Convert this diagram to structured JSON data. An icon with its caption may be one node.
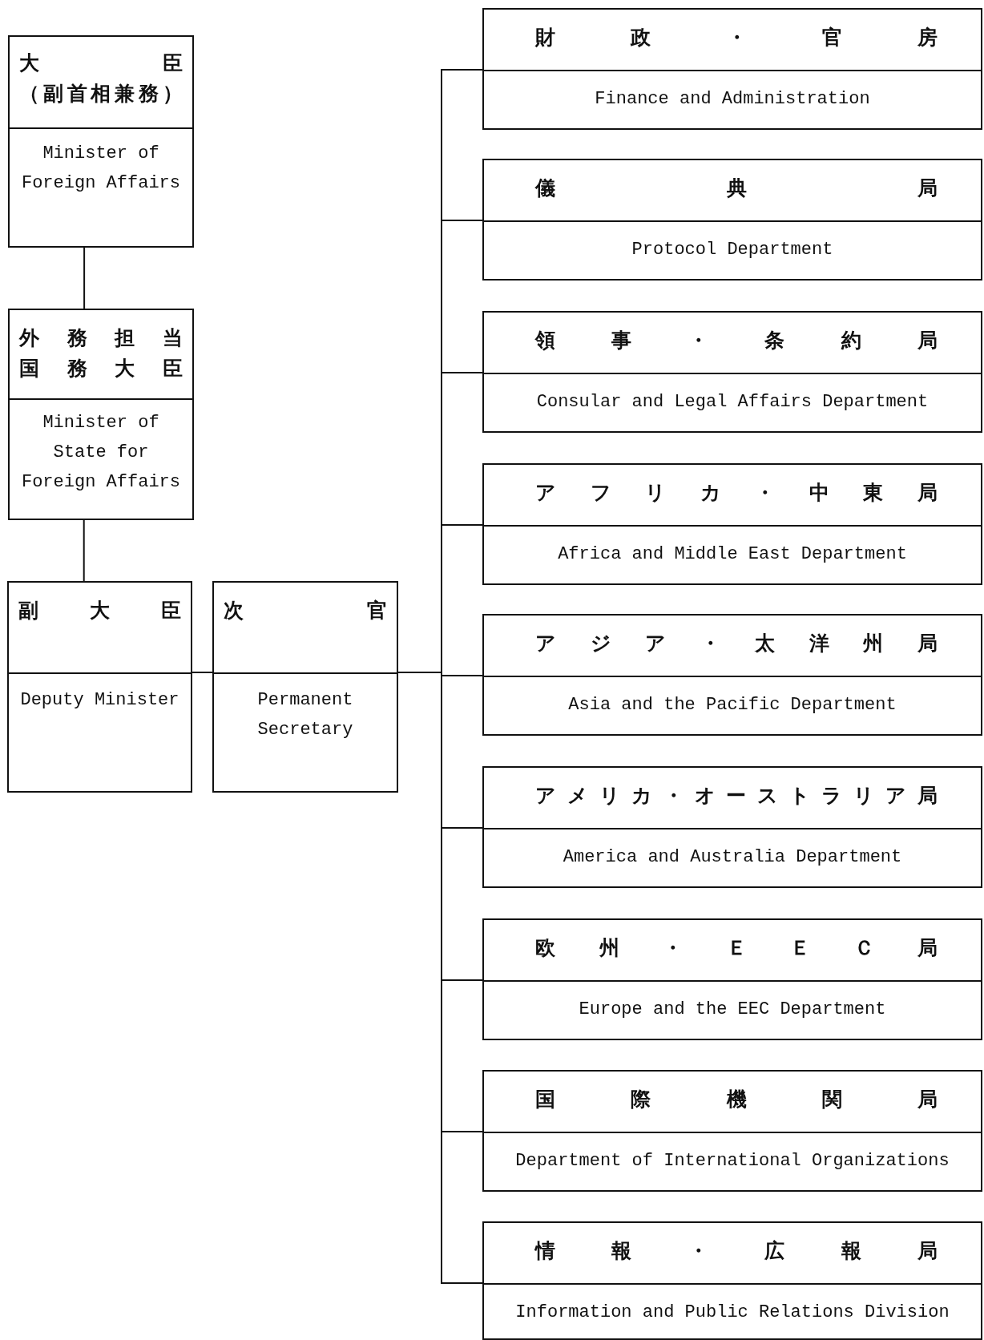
{
  "diagram": {
    "nodes": [
      {
        "text": [
          "大臣",
          "（副首相兼務）",
          "Minister of Foreign Affairs"
        ]
      },
      {
        "text": [
          "外務担当",
          "国務大臣",
          "Minister of State for Foreign Affairs"
        ]
      },
      {
        "text": [
          "副大臣",
          "Deputy Minister"
        ]
      },
      {
        "text": [
          "次官",
          "Permanent Secretary"
        ]
      },
      {
        "text": [
          "財政・官房",
          "Finance and Administration"
        ]
      },
      {
        "text": [
          "儀典局",
          "Protocol Department"
        ]
      },
      {
        "text": [
          "領事・条約局",
          "Consular and Legal Affairs Department"
        ]
      },
      {
        "text": [
          "アフリカ・中東局",
          "Africa and Middle East Department"
        ]
      },
      {
        "text": [
          "アジア・太洋州局",
          "Asia and the Pacific Department"
        ]
      },
      {
        "text": [
          "アメリカ・オーストラリア局",
          "America and Australia Department"
        ]
      },
      {
        "text": [
          "欧州・ＥＥＣ局",
          "Europe and the EEC Department"
        ]
      },
      {
        "text": [
          "国際機関局",
          "Department of International Organizations"
        ]
      },
      {
        "text": [
          "情報・広報局",
          "Information and Public Relations Division"
        ]
      }
    ],
    "edges": [
      {
        "from": 0,
        "to": 1,
        "arrow": "none"
      },
      {
        "from": 1,
        "to": 2,
        "arrow": "none"
      },
      {
        "from": 2,
        "to": 3,
        "arrow": "none"
      },
      {
        "from": 3,
        "to": 4,
        "arrow": "none"
      },
      {
        "from": 3,
        "to": 5,
        "arrow": "none"
      },
      {
        "from": 3,
        "to": 6,
        "arrow": "none"
      },
      {
        "from": 3,
        "to": 7,
        "arrow": "none"
      },
      {
        "from": 3,
        "to": 8,
        "arrow": "none"
      },
      {
        "from": 3,
        "to": 9,
        "arrow": "none"
      },
      {
        "from": 3,
        "to": 10,
        "arrow": "none"
      },
      {
        "from": 3,
        "to": 11,
        "arrow": "none"
      },
      {
        "from": 3,
        "to": 12,
        "arrow": "none"
      }
    ]
  }
}
